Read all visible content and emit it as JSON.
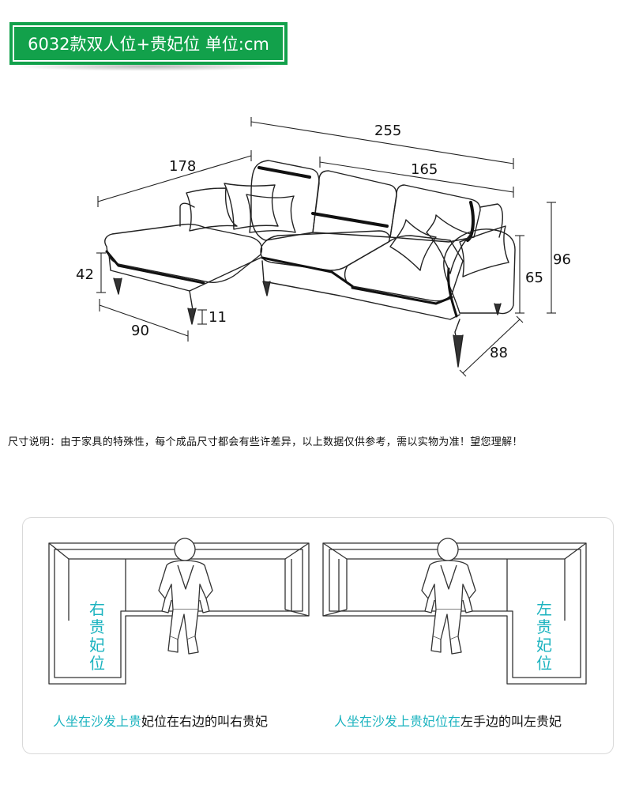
{
  "header": {
    "title": "6032款双人位+贵妃位 单位:cm"
  },
  "dimensions": {
    "overall_length": "255",
    "chaise_length": "178",
    "seat_width": "165",
    "back_height": "96",
    "arm_height": "65",
    "seat_height": "42",
    "chaise_depth": "90",
    "leg_height": "11",
    "depth": "88"
  },
  "note": {
    "text": "尺寸说明：由于家具的特殊性，每个成品尺寸都会有些许差异，以上数据仅供参考，需以实物为准！望您理解！"
  },
  "explanation": {
    "left": {
      "label": "右贵妃位",
      "caption_highlight": "人坐在沙发上贵",
      "caption_rest": "妃位在右边的叫右贵妃"
    },
    "right": {
      "label": "左贵妃位",
      "caption_highlight": "人坐在沙发上贵妃位在",
      "caption_rest": "左手边的叫左贵妃"
    }
  },
  "colors": {
    "banner_green": "#12a14b",
    "highlight_teal": "#1bb3bf",
    "line_dark": "#222222"
  }
}
